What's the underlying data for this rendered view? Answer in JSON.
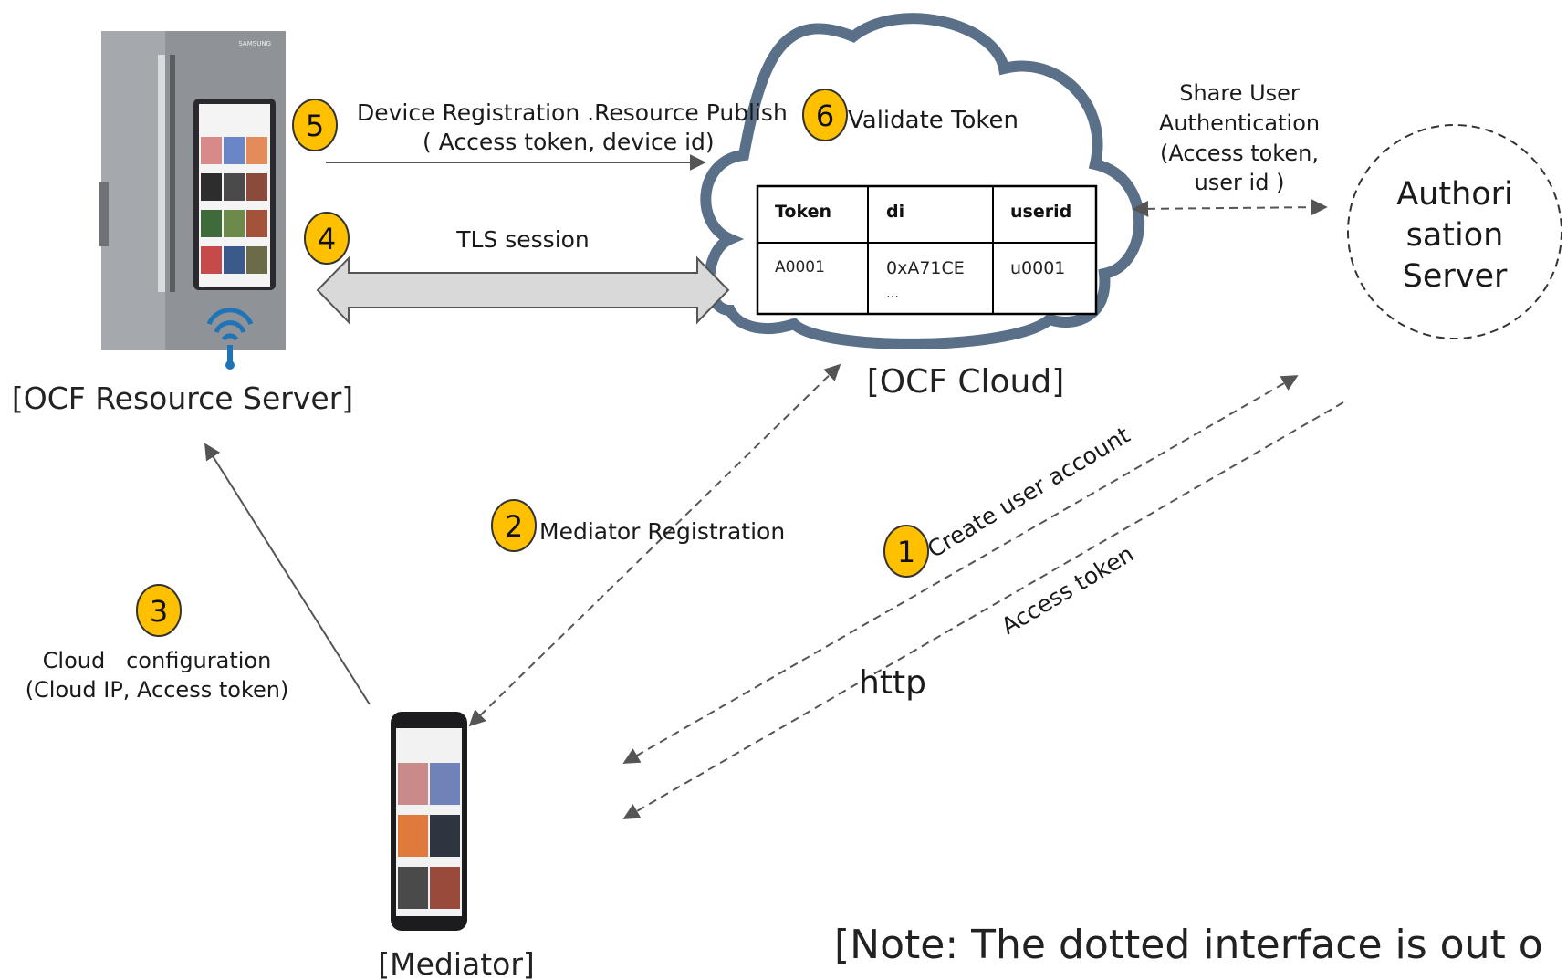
{
  "title_fragment": "",
  "nodes": {
    "resource_server": {
      "caption": "[OCF Resource Server]"
    },
    "cloud": {
      "caption": "[OCF Cloud]"
    },
    "auth_server": {
      "line1": "Authori",
      "line2": "sation",
      "line3": "Server"
    },
    "mediator": {
      "caption": "[Mediator]"
    }
  },
  "token_table": {
    "headers": [
      "Token",
      "di",
      "userid"
    ],
    "row": {
      "token": "A0001",
      "di": "0xA71CE",
      "di_more": "…",
      "userid": "u0001"
    }
  },
  "steps": {
    "s1": {
      "number": "1",
      "label": "Create user account"
    },
    "s2": {
      "number": "2",
      "label": "Mediator Registration"
    },
    "s3": {
      "number": "3",
      "label_line1": "Cloud   configuration",
      "label_line2": "(Cloud IP, Access token)"
    },
    "s4": {
      "number": "4",
      "label": "TLS session"
    },
    "s5": {
      "number": "5",
      "label_line1": "Device Registration .Resource Publish",
      "label_line2": "( Access token, device id)"
    },
    "s6": {
      "number": "6",
      "label": "Validate Token"
    }
  },
  "share_label": {
    "line1": "Share User",
    "line2": "Authentication",
    "line3": "(Access token,",
    "line4": "user id )"
  },
  "access_token_label": "Access token",
  "http_label": "http",
  "note": "[Note: The dotted interface is out o",
  "colors": {
    "step_badge": "#FFC000",
    "cloud_outline": "#5A7089",
    "arrow": "#555555",
    "tls_fill": "#D9D9D9"
  }
}
